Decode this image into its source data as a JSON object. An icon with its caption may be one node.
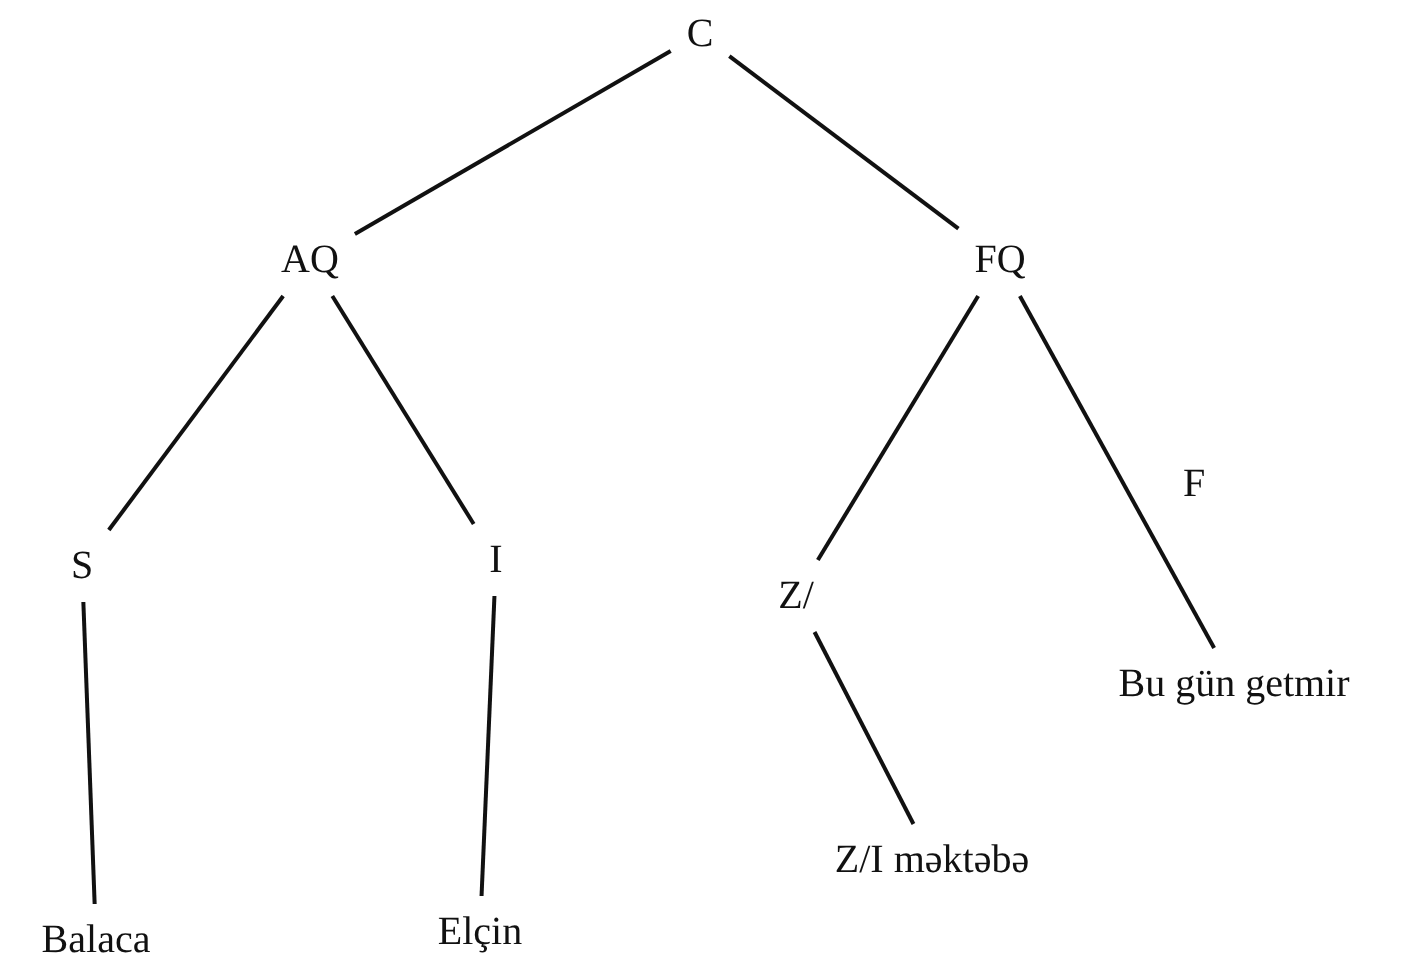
{
  "diagram": {
    "nodes": [
      {
        "text": [
          "C"
        ]
      },
      {
        "text": [
          "AQ"
        ]
      },
      {
        "text": [
          "FQ"
        ]
      },
      {
        "text": [
          "S"
        ]
      },
      {
        "text": [
          "I"
        ]
      },
      {
        "text": [
          "Z/"
        ]
      },
      {
        "text": [
          "Bu gün getmir"
        ]
      },
      {
        "text": [
          "Balaca"
        ]
      },
      {
        "text": [
          "Elçin"
        ]
      },
      {
        "text": [
          "Z/I məktəbə"
        ]
      }
    ],
    "edges": [
      {
        "from": 0,
        "to": 1,
        "arrow": "none"
      },
      {
        "from": 0,
        "to": 2,
        "arrow": "none"
      },
      {
        "from": 1,
        "to": 3,
        "arrow": "none"
      },
      {
        "from": 1,
        "to": 4,
        "arrow": "none"
      },
      {
        "from": 2,
        "to": 5,
        "arrow": "none"
      },
      {
        "from": 2,
        "to": 6,
        "arrow": "none",
        "label": "F"
      },
      {
        "from": 3,
        "to": 7,
        "arrow": "none"
      },
      {
        "from": 4,
        "to": 8,
        "arrow": "none"
      },
      {
        "from": 5,
        "to": 9,
        "arrow": "none"
      }
    ]
  }
}
